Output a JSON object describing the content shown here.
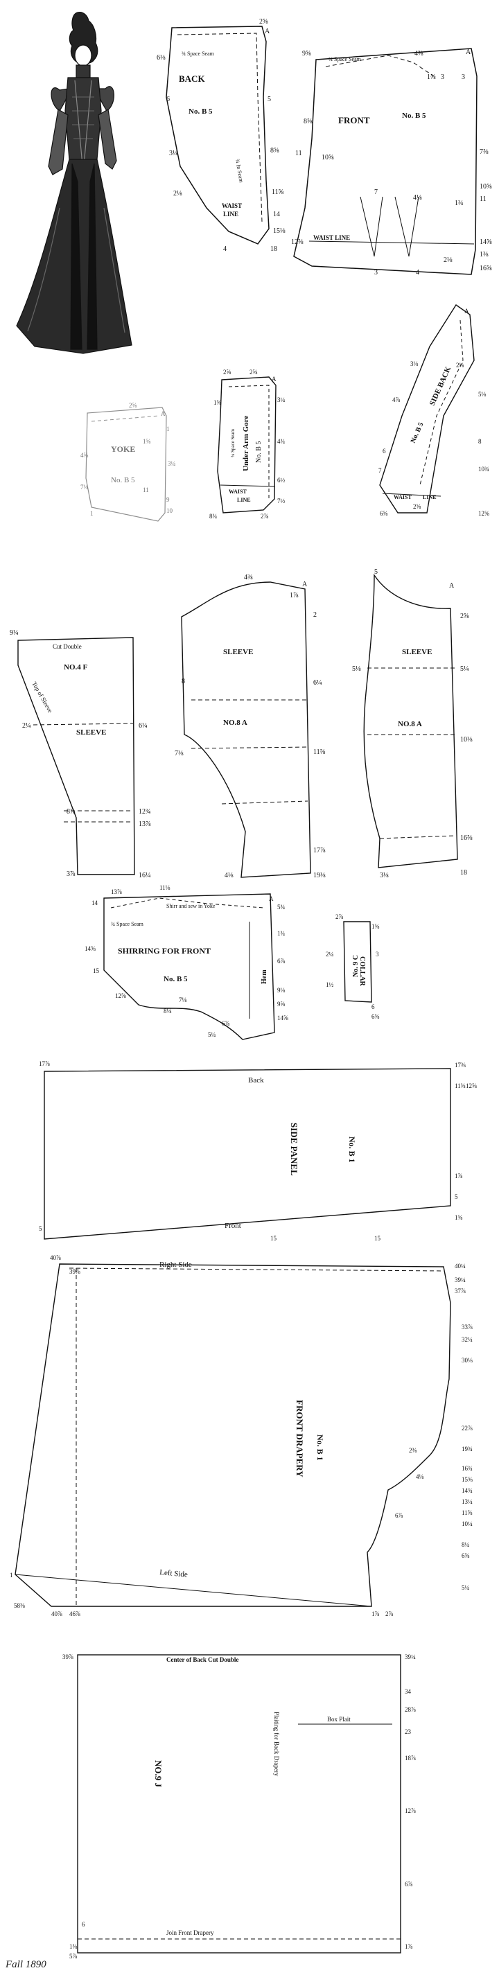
{
  "footer": "Fall 1890",
  "back": {
    "title": "BACK",
    "number": "No. B 5",
    "seam1": "¾ Space Seam",
    "seam2": "¾ In Seam",
    "waist": "WAIST",
    "line": "LINE",
    "m": [
      "2⅝",
      "A",
      "6⅛",
      "6",
      "5",
      "3⅛",
      "8⅝",
      "2⅛",
      "11⅝",
      "14",
      "15⅛",
      "18",
      "4"
    ]
  },
  "front": {
    "title": "FRONT",
    "number": "No. B 5",
    "seam": "¾ Space Seam",
    "waist": "WAIST LINE",
    "m": [
      "9⅝",
      "4⅜",
      "A",
      "3",
      "1⅝",
      "3",
      "8⅝",
      "11",
      "10⅝",
      "7⅝",
      "10⅝",
      "11",
      "14⅝",
      "16⅝",
      "12⅝",
      "1⅜",
      "2⅛",
      "4⅛",
      "7",
      "1¾",
      "3",
      "4"
    ]
  },
  "yoke": {
    "title": "YOKE",
    "number": "No. B 5",
    "m": [
      "2⅝",
      "A",
      "1",
      "1⅝",
      "4⅝",
      "3¼",
      "7⅛",
      "11",
      "9",
      "10",
      "1"
    ]
  },
  "under_arm": {
    "title": "Under Arm Gore",
    "number": "No. B 5",
    "seam": "¾ Space Seam",
    "waist": "WAIST",
    "line": "LINE",
    "m": [
      "2⅝",
      "2⅝",
      "A",
      "3¼",
      "1⅝",
      "4¾",
      "6½",
      "7½",
      "8¾",
      "2⅞"
    ]
  },
  "side_back": {
    "title": "SIDE BACK",
    "number": "No. B 5",
    "waist": "WAIST",
    "line": "LINE",
    "m": [
      "A",
      "3⅛",
      "2⅛",
      "5⅛",
      "4⅞",
      "8",
      "6",
      "7",
      "10¾",
      "12⅝",
      "6⅝",
      "2⅝"
    ]
  },
  "sleeve_4f": {
    "title": "SLEEVE",
    "number": "NO.4 F",
    "cut": "Cut Double",
    "top": "Top of Sleeve",
    "m": [
      "9¼",
      "2¼",
      "6¼",
      "8⅞",
      "12¾",
      "13⅞",
      "3⅞",
      "16¼"
    ]
  },
  "sleeve_8a_1": {
    "title": "SLEEVE",
    "number": "NO.8 A",
    "m": [
      "4⅜",
      "1⅞",
      "2",
      "8",
      "6¼",
      "7⅛",
      "11⅝",
      "4⅛",
      "17⅞",
      "19⅛",
      "A"
    ]
  },
  "sleeve_8a_2": {
    "title": "SLEEVE",
    "number": "NO.8 A",
    "m": [
      "5",
      "A",
      "2⅝",
      "5⅛",
      "5¼",
      "10⅛",
      "16⅝",
      "3⅛",
      "18"
    ]
  },
  "shirring": {
    "title": "SHIRRING FOR FRONT",
    "number": "No. B 5",
    "hem": "Hem",
    "gather": "Shirr and sew in Yoke",
    "seam": "¾ Space Seam",
    "m": [
      "13⅞",
      "11⅛",
      "14",
      "14⅝",
      "15",
      "12⅝",
      "8⅛",
      "7⅛",
      "A",
      "5¾",
      "1¾",
      "6⅞",
      "9⅛",
      "9⅝",
      "14⅝",
      "6⅞",
      "5¼"
    ]
  },
  "collar": {
    "title": "COLLAR",
    "number": "No. 9 C",
    "m": [
      "2⅞",
      "1⅝",
      "2¼",
      "3",
      "1½",
      "6",
      "6⅝"
    ]
  },
  "side_panel": {
    "title": "SIDE PANEL",
    "number": "No. B 1",
    "back": "Back",
    "front": "Front",
    "m": [
      "17⅞",
      "17⅜",
      "11⅜",
      "12⅝",
      "1⅞",
      "5",
      "1⅝",
      "15",
      "15",
      "5"
    ]
  },
  "front_drapery": {
    "title": "FRONT DRAPERY",
    "number": "No. B 1",
    "right": "Right Side",
    "left": "Left Side",
    "m": [
      "40⅞",
      "39⅞",
      "40¼",
      "39¼",
      "37⅞",
      "33⅞",
      "32¼",
      "30⅛",
      "22⅞",
      "19¾",
      "16¾",
      "15⅝",
      "14¾",
      "13¼",
      "11⅝",
      "10¼",
      "8¼",
      "6⅝",
      "4⅛",
      "5¼",
      "2⅜",
      "6⅞",
      "58⅜",
      "40⅞",
      "46⅞",
      "1⅞",
      "2⅞",
      "1"
    ]
  },
  "back_drapery": {
    "title": "NO.9 J",
    "center": "Center of Back Cut Double",
    "pleat": "Box Plait",
    "plaiting": "Plaiting for Back Drapery",
    "seam": "Join Front Drapery",
    "m": [
      "39⅞",
      "39¼",
      "34",
      "28⅞",
      "23",
      "18⅞",
      "12⅞",
      "6⅞",
      "1⅞",
      "6",
      "1⅜",
      "5⅞"
    ]
  }
}
